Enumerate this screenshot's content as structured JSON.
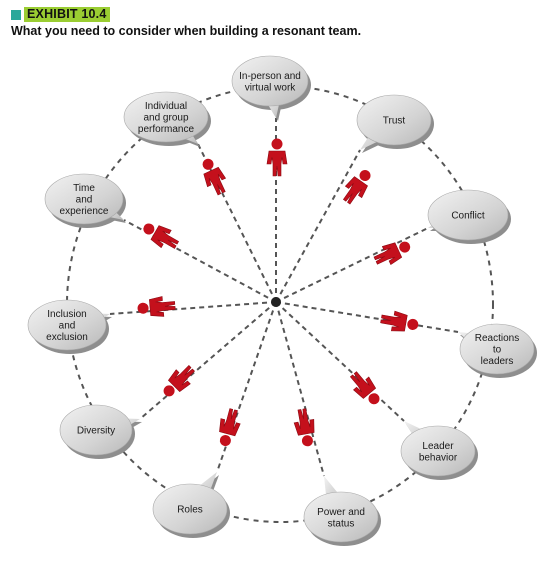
{
  "exhibit": {
    "label": "EXHIBIT 10.4",
    "caption": "What you need to consider when building a resonant team.",
    "accent_color": "#2aa89a",
    "label_background": "#9acd32"
  },
  "colors": {
    "figure": "#c4101c",
    "bubble_fill": "#d6d6d6",
    "bubble_shadow": "#8e8e8e",
    "dash": "#555555",
    "center_dot": "#222222"
  },
  "hub_center_icon": "dot-hub",
  "topics": [
    {
      "id": "in-person-virtual",
      "lines": [
        "In-person and",
        "virtual work"
      ]
    },
    {
      "id": "trust",
      "lines": [
        "Trust"
      ]
    },
    {
      "id": "conflict",
      "lines": [
        "Conflict"
      ]
    },
    {
      "id": "reactions-to-leaders",
      "lines": [
        "Reactions",
        "to",
        "leaders"
      ]
    },
    {
      "id": "leader-behavior",
      "lines": [
        "Leader",
        "behavior"
      ]
    },
    {
      "id": "power-and-status",
      "lines": [
        "Power and",
        "status"
      ]
    },
    {
      "id": "roles",
      "lines": [
        "Roles"
      ]
    },
    {
      "id": "diversity",
      "lines": [
        "Diversity"
      ]
    },
    {
      "id": "inclusion-exclusion",
      "lines": [
        "Inclusion",
        "and",
        "exclusion"
      ]
    },
    {
      "id": "time-experience",
      "lines": [
        "Time",
        "and",
        "experience"
      ]
    },
    {
      "id": "individual-group-performance",
      "lines": [
        "Individual",
        "and group",
        "performance"
      ]
    }
  ]
}
